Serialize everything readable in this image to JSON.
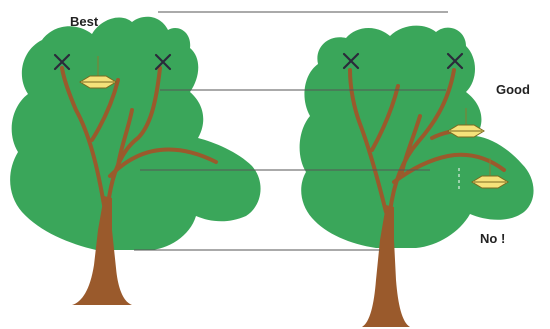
{
  "labels": {
    "best": "Best",
    "good": "Good",
    "no": "No !"
  },
  "colors": {
    "foliage": "#3aa65a",
    "foliage_edge": "#2f8f4c",
    "trunk": "#9a5a2c",
    "feeder": "#f5e27a",
    "feeder_edge": "#7a6a20",
    "guide_line": "#555555",
    "x_mark": "#2a2a3a"
  },
  "icons": {
    "do_not_hang": "x-mark-icon",
    "feeder": "hanging-feeder-icon"
  }
}
